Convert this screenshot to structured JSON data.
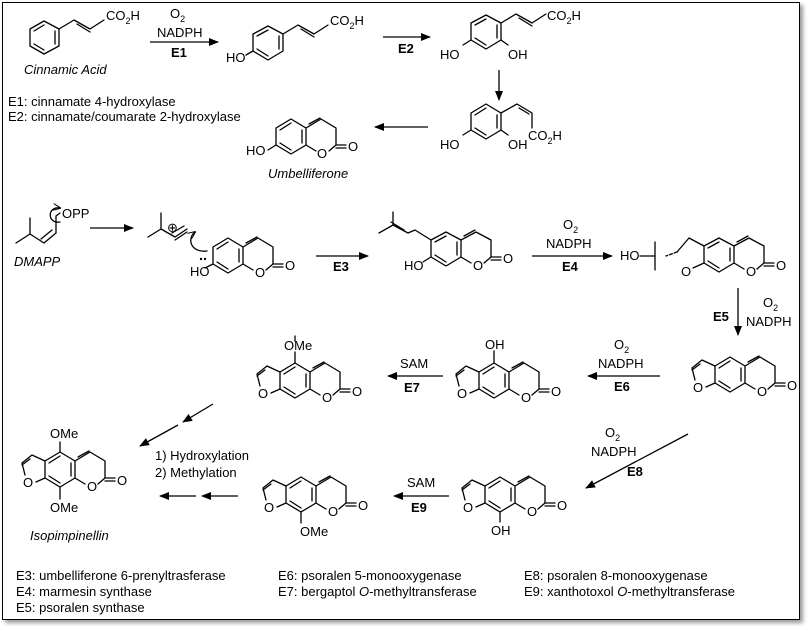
{
  "atoms": {
    "co2h": "CO2H",
    "ho": "HO",
    "oh": "OH",
    "o": "O",
    "opp": "OPP",
    "ome": "OMe",
    "plus": "⊕"
  },
  "names": {
    "cinnamic": "Cinnamic Acid",
    "umbelliferone": "Umbelliferone",
    "dmapp": "DMAPP",
    "isopimpinellin": "Isopimpinellin"
  },
  "reagents": {
    "o2": "O2",
    "nadph": "NADPH",
    "sam": "SAM",
    "hydroxylation": "1) Hydroxylation",
    "methylation": "2) Methylation"
  },
  "enzymes": {
    "e1": "E1",
    "e2": "E2",
    "e3": "E3",
    "e4": "E4",
    "e5": "E5",
    "e6": "E6",
    "e7": "E7",
    "e8": "E8",
    "e9": "E9"
  },
  "legend": {
    "e1": "E1:  cinnamate 4-hydroxylase",
    "e2": "E2:  cinnamate/coumarate 2-hydroxylase",
    "e3": "E3:  umbelliferone 6-prenyltrasferase",
    "e4": "E4:  marmesin synthase",
    "e5": "E5:  psoralen synthase",
    "e6": "E6:  psoralen 5-monooxygenase",
    "e7_prefix": "E7:  bergaptol ",
    "e7_italic": "O",
    "e7_suffix": "-methyltransferase",
    "e8": "E8:  psoralen 8-monooxygenase",
    "e9_prefix": "E9:  xanthotoxol ",
    "e9_italic": "O",
    "e9_suffix": "-methyltransferase"
  }
}
